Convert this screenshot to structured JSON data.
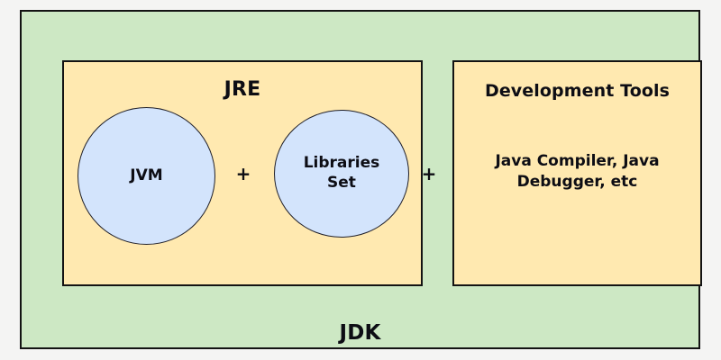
{
  "diagram": {
    "type": "nested-block-diagram",
    "title": "JDK composition diagram",
    "outer": {
      "label": "JDK",
      "fill": "#cde8c4",
      "border": "#131313"
    },
    "jre": {
      "label": "JRE",
      "fill": "#ffe9b0",
      "border": "#131313",
      "components": [
        {
          "label": "JVM",
          "shape": "circle",
          "fill": "#d3e4fc"
        },
        {
          "label": "Libraries\nSet",
          "line1": "Libraries",
          "line2": "Set",
          "shape": "circle",
          "fill": "#d3e4fc"
        }
      ]
    },
    "devtools": {
      "title": "Development Tools",
      "body_line1": "Java Compiler, Java",
      "body_line2": "Debugger, etc",
      "fill": "#ffe9b0",
      "border": "#131313"
    },
    "operators": {
      "inner_plus": "+",
      "outer_plus": "+"
    },
    "background": "#f4f4f3"
  }
}
